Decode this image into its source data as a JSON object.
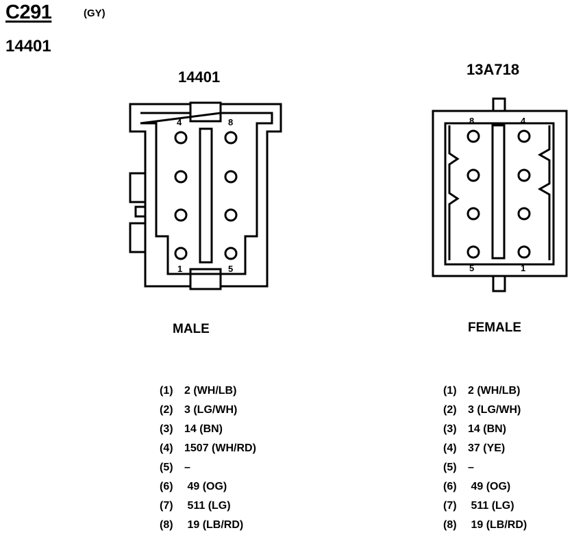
{
  "connector": {
    "id": "C291",
    "color_code": "(GY)",
    "part_number": "14401"
  },
  "male": {
    "title": "14401",
    "gender_label": "MALE",
    "cavity_labels": {
      "top_left": "4",
      "top_right": "8",
      "bottom_left": "1",
      "bottom_right": "5"
    },
    "pins": [
      {
        "num": "(1)",
        "desc": "2 (WH/LB)"
      },
      {
        "num": "(2)",
        "desc": "3 (LG/WH)"
      },
      {
        "num": "(3)",
        "desc": "14 (BN)"
      },
      {
        "num": "(4)",
        "desc": "1507 (WH/RD)"
      },
      {
        "num": "(5)",
        "desc": "–"
      },
      {
        "num": "(6)",
        "desc": " 49 (OG)"
      },
      {
        "num": "(7)",
        "desc": " 511 (LG)"
      },
      {
        "num": "(8)",
        "desc": " 19 (LB/RD)"
      }
    ]
  },
  "female": {
    "title": "13A718",
    "gender_label": "FEMALE",
    "cavity_labels": {
      "top_left": "8",
      "top_right": "4",
      "bottom_left": "5",
      "bottom_right": "1"
    },
    "pins": [
      {
        "num": "(1)",
        "desc": "2 (WH/LB)"
      },
      {
        "num": "(2)",
        "desc": "3 (LG/WH)"
      },
      {
        "num": "(3)",
        "desc": "14 (BN)"
      },
      {
        "num": "(4)",
        "desc": "37 (YE)"
      },
      {
        "num": "(5)",
        "desc": "–"
      },
      {
        "num": "(6)",
        "desc": " 49 (OG)"
      },
      {
        "num": "(7)",
        "desc": " 511 (LG)"
      },
      {
        "num": "(8)",
        "desc": " 19 (LB/RD)"
      }
    ]
  }
}
